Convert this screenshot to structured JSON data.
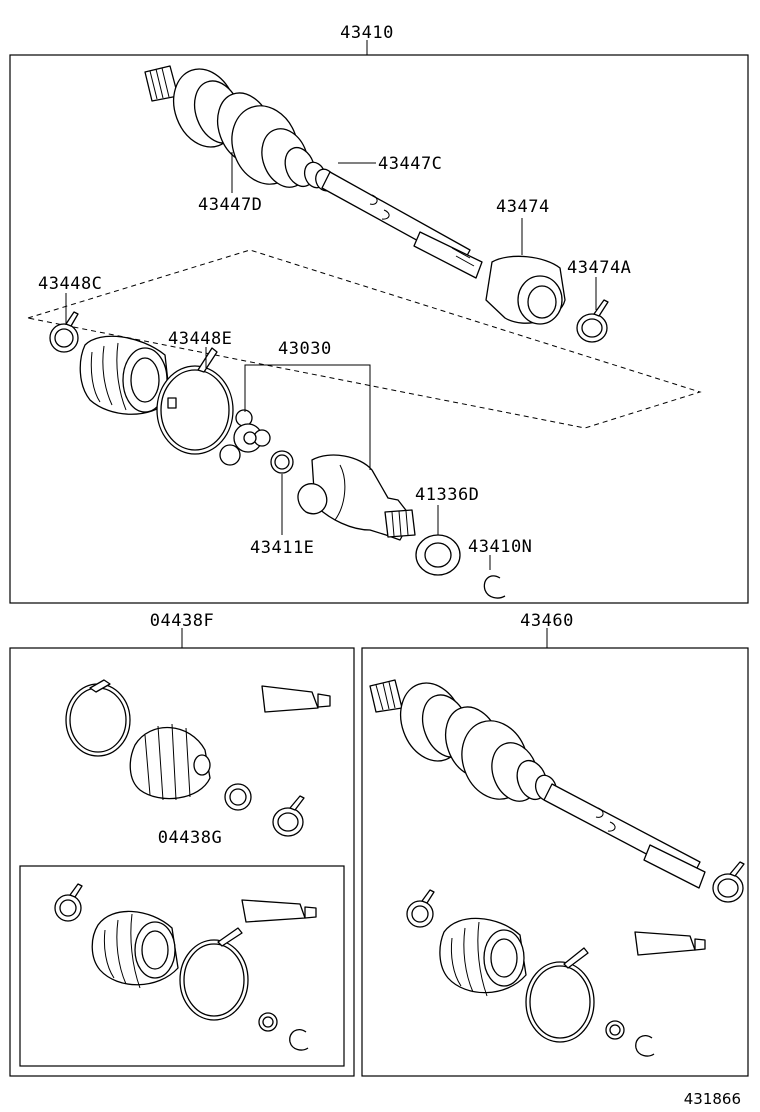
{
  "diagram": {
    "labels": {
      "assembly_main": "43410",
      "boot_clamp_inner": "43447C",
      "boot_clamp_outer": "43447D",
      "dust_cover": "43474",
      "dust_cover_clamp": "43474A",
      "clamp_small": "43448C",
      "clamp_large": "43448E",
      "inboard_joint": "43030",
      "snap_ring": "43411E",
      "oil_seal": "41336D",
      "shaft_snap_ring": "43410N",
      "boot_kit_outer": "04438F",
      "boot_kit_inner": "04438G",
      "assembly_rear": "43460"
    },
    "drawing_code": "431866"
  }
}
